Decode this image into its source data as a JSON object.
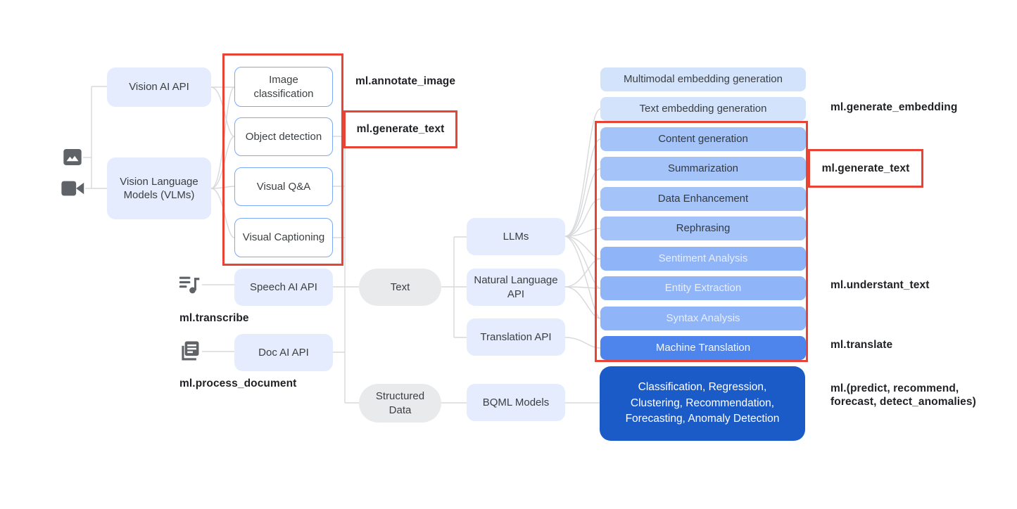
{
  "vision": {
    "api": "Vision AI API",
    "vlm": "Vision Language Models (VLMs)",
    "tasks": [
      "Image classification",
      "Object detection",
      "Visual Q&A",
      "Visual Captioning"
    ]
  },
  "speech": {
    "api": "Speech AI API"
  },
  "doc": {
    "api": "Doc AI API"
  },
  "stages": {
    "text": "Text",
    "structured": "Structured Data"
  },
  "services": {
    "llms": "LLMs",
    "nl_api": "Natural Language API",
    "translation_api": "Translation API",
    "bqml": "BQML Models"
  },
  "capabilities": [
    {
      "label": "Multimodal embedding generation"
    },
    {
      "label": "Text embedding generation"
    },
    {
      "label": "Content generation"
    },
    {
      "label": "Summarization"
    },
    {
      "label": "Data Enhancement"
    },
    {
      "label": "Rephrasing"
    },
    {
      "label": "Sentiment Analysis"
    },
    {
      "label": "Entity Extraction"
    },
    {
      "label": "Syntax Analysis"
    },
    {
      "label": "Machine Translation"
    }
  ],
  "bqml_models_box": {
    "label": "Classification, Regression, Clustering, Recommendation, Forecasting, Anomaly Detection"
  },
  "annotations": {
    "annotate_image": "ml.annotate_image",
    "generate_text_left": "ml.generate_text",
    "transcribe": "ml.transcribe",
    "process_document": "ml.process_document",
    "generate_embedding": "ml.generate_embedding",
    "generate_text_right": "ml.generate_text",
    "understand_text": "ml.understant_text",
    "translate": "ml.translate",
    "predict_group": "ml.(predict, recommend, forecast, detect_anomalies)"
  },
  "icons": {
    "image": "image-icon",
    "video": "video-camera-icon",
    "audio": "music-note-icon",
    "document": "document-stack-icon"
  },
  "colors": {
    "soft_blue": "#e4ecfd",
    "pale_blue": "#d3e3fc",
    "medium_blue": "#a4c3f8",
    "bright_blue": "#4d85ec",
    "dark_blue": "#1a5bc8",
    "outline_blue": "#7aa9f8",
    "gray_oval": "#e9eaec",
    "highlight_red": "#e94335",
    "wire_gray": "#d6d8db",
    "icon_gray": "#5f6368"
  }
}
